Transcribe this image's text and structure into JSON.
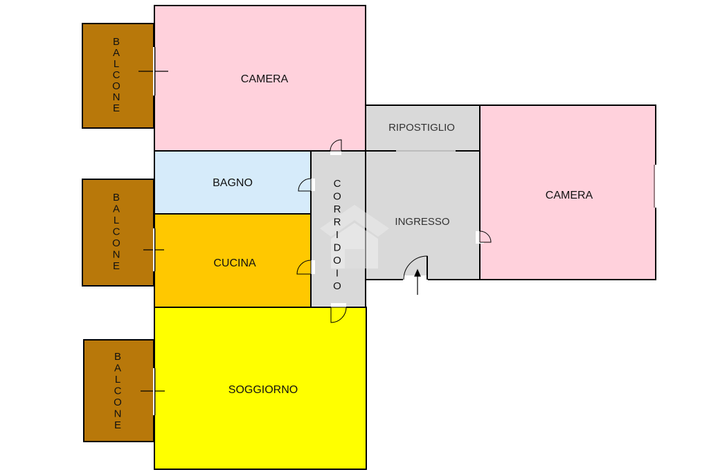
{
  "rooms": {
    "camera_1": {
      "label": "CAMERA",
      "color": "#FFD1DC"
    },
    "camera_2": {
      "label": "CAMERA",
      "color": "#FFD1DC"
    },
    "bagno": {
      "label": "BAGNO",
      "color": "#D6EBFA"
    },
    "cucina": {
      "label": "CUCINA",
      "color": "#FFC800"
    },
    "soggiorno": {
      "label": "SOGGIORNO",
      "color": "#FFFF00"
    },
    "corridoio": {
      "label": "CORRIDOIO",
      "color": "#D9D9D9"
    },
    "ripostiglio": {
      "label": "RIPOSTIGLIO",
      "color": "#D9D9D9"
    },
    "ingresso": {
      "label": "INGRESSO",
      "color": "#D9D9D9"
    },
    "balcone_1": {
      "label": "BALCONE",
      "color": "#B8780A"
    },
    "balcone_2": {
      "label": "BALCONE",
      "color": "#B8780A"
    },
    "balcone_3": {
      "label": "BALCONE",
      "color": "#B8780A"
    }
  },
  "colors": {
    "wall": "#000000",
    "door": "#FFFFFF",
    "watermark": "#E6E6E6"
  },
  "icons": {
    "entrance": "arrow-up-icon",
    "watermark": "house-logo-icon"
  }
}
